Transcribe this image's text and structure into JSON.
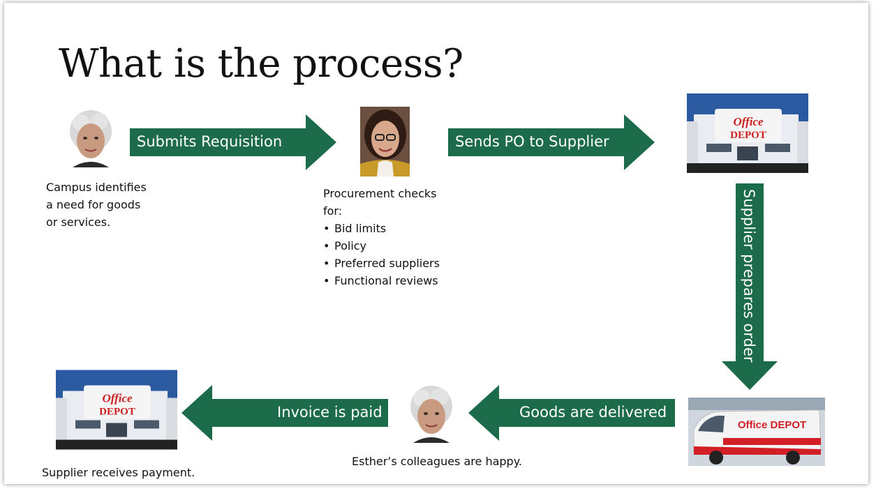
{
  "slide": {
    "title": "What is the process?",
    "accent_color": "#1c6b4a",
    "brand_color": "#cc1f1f"
  },
  "arrows": {
    "submits": "Submits Requisition",
    "sends_po": "Sends PO to Supplier",
    "prepares": "Supplier prepares order",
    "delivered": "Goods are delivered",
    "paid": "Invoice is paid"
  },
  "texts": {
    "campus": [
      "Campus identifies",
      "a need for goods",
      "or services."
    ],
    "procurement_intro": [
      "Procurement checks",
      "for:"
    ],
    "procurement_checks": [
      "Bid limits",
      "Policy",
      "Preferred suppliers",
      "Functional reviews"
    ],
    "colleagues": "Esther’s colleagues are happy.",
    "payment": "Supplier receives payment."
  },
  "logos": {
    "line1": "Office",
    "line2": "DEPOT",
    "van_brand": "Office DEPOT"
  }
}
